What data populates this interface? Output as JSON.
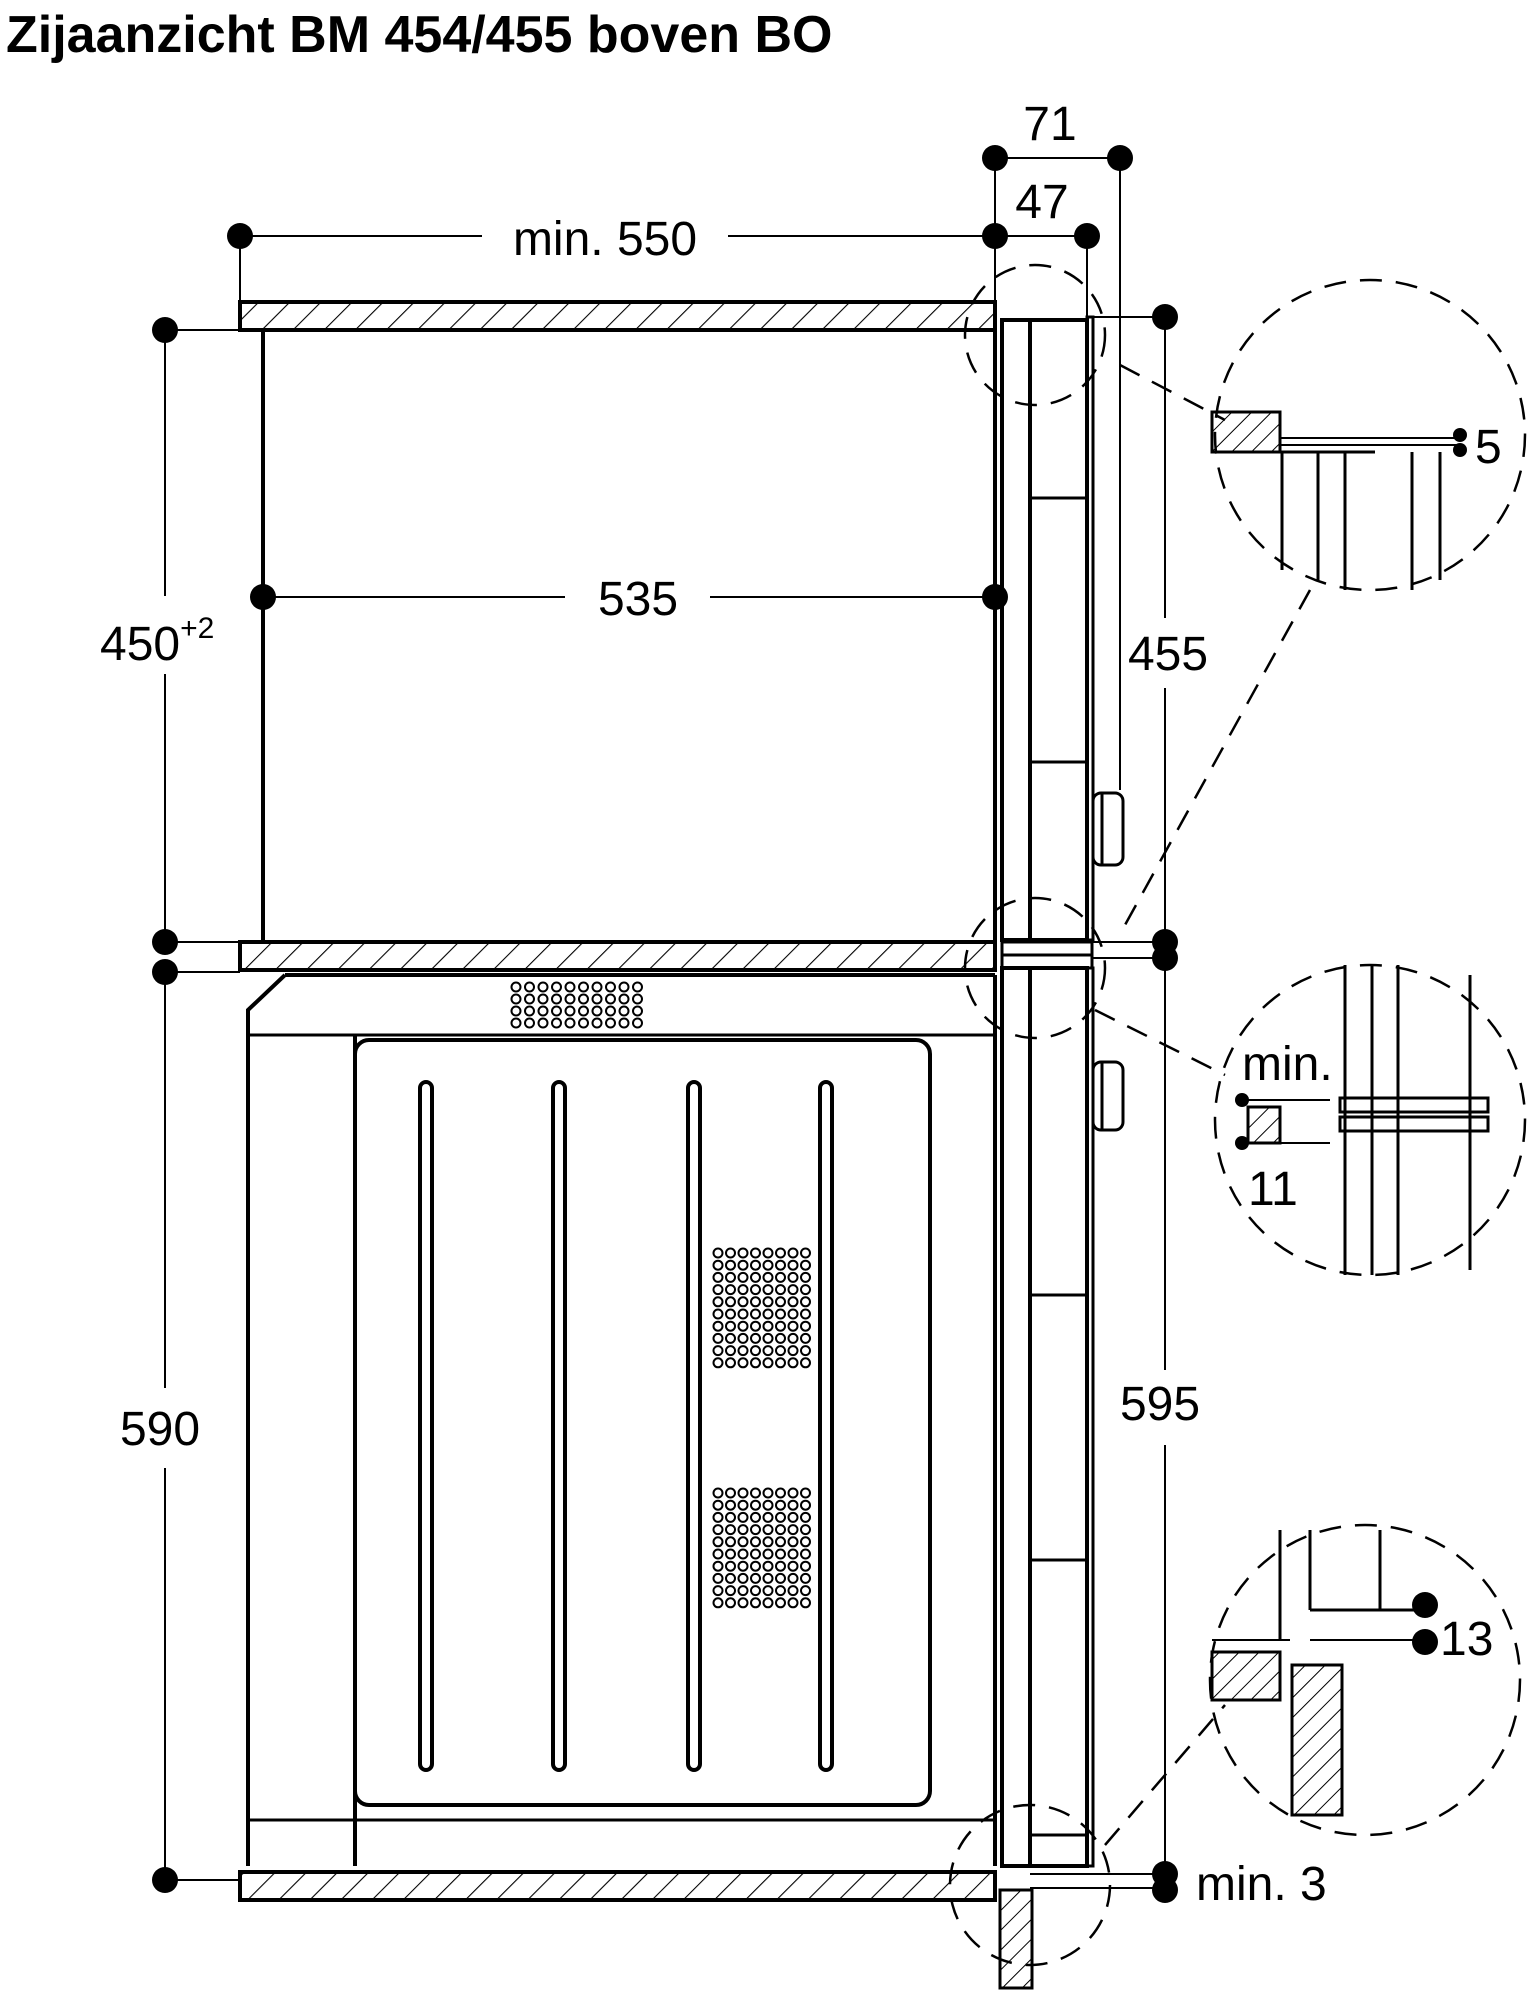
{
  "title": "Zijaanzicht BM 454/455 boven BO",
  "dimensions": {
    "d71": "71",
    "d47": "47",
    "min550": "min. 550",
    "d535": "535",
    "d450": "450",
    "d450_tolerance": "+2",
    "d455": "455",
    "d590": "590",
    "d595": "595",
    "min3": "min. 3"
  },
  "details": {
    "top_gap": "5",
    "middle_min": "min.",
    "middle_value": "11",
    "bottom_gap": "13"
  },
  "colors": {
    "line": "#000000",
    "background": "#ffffff"
  }
}
